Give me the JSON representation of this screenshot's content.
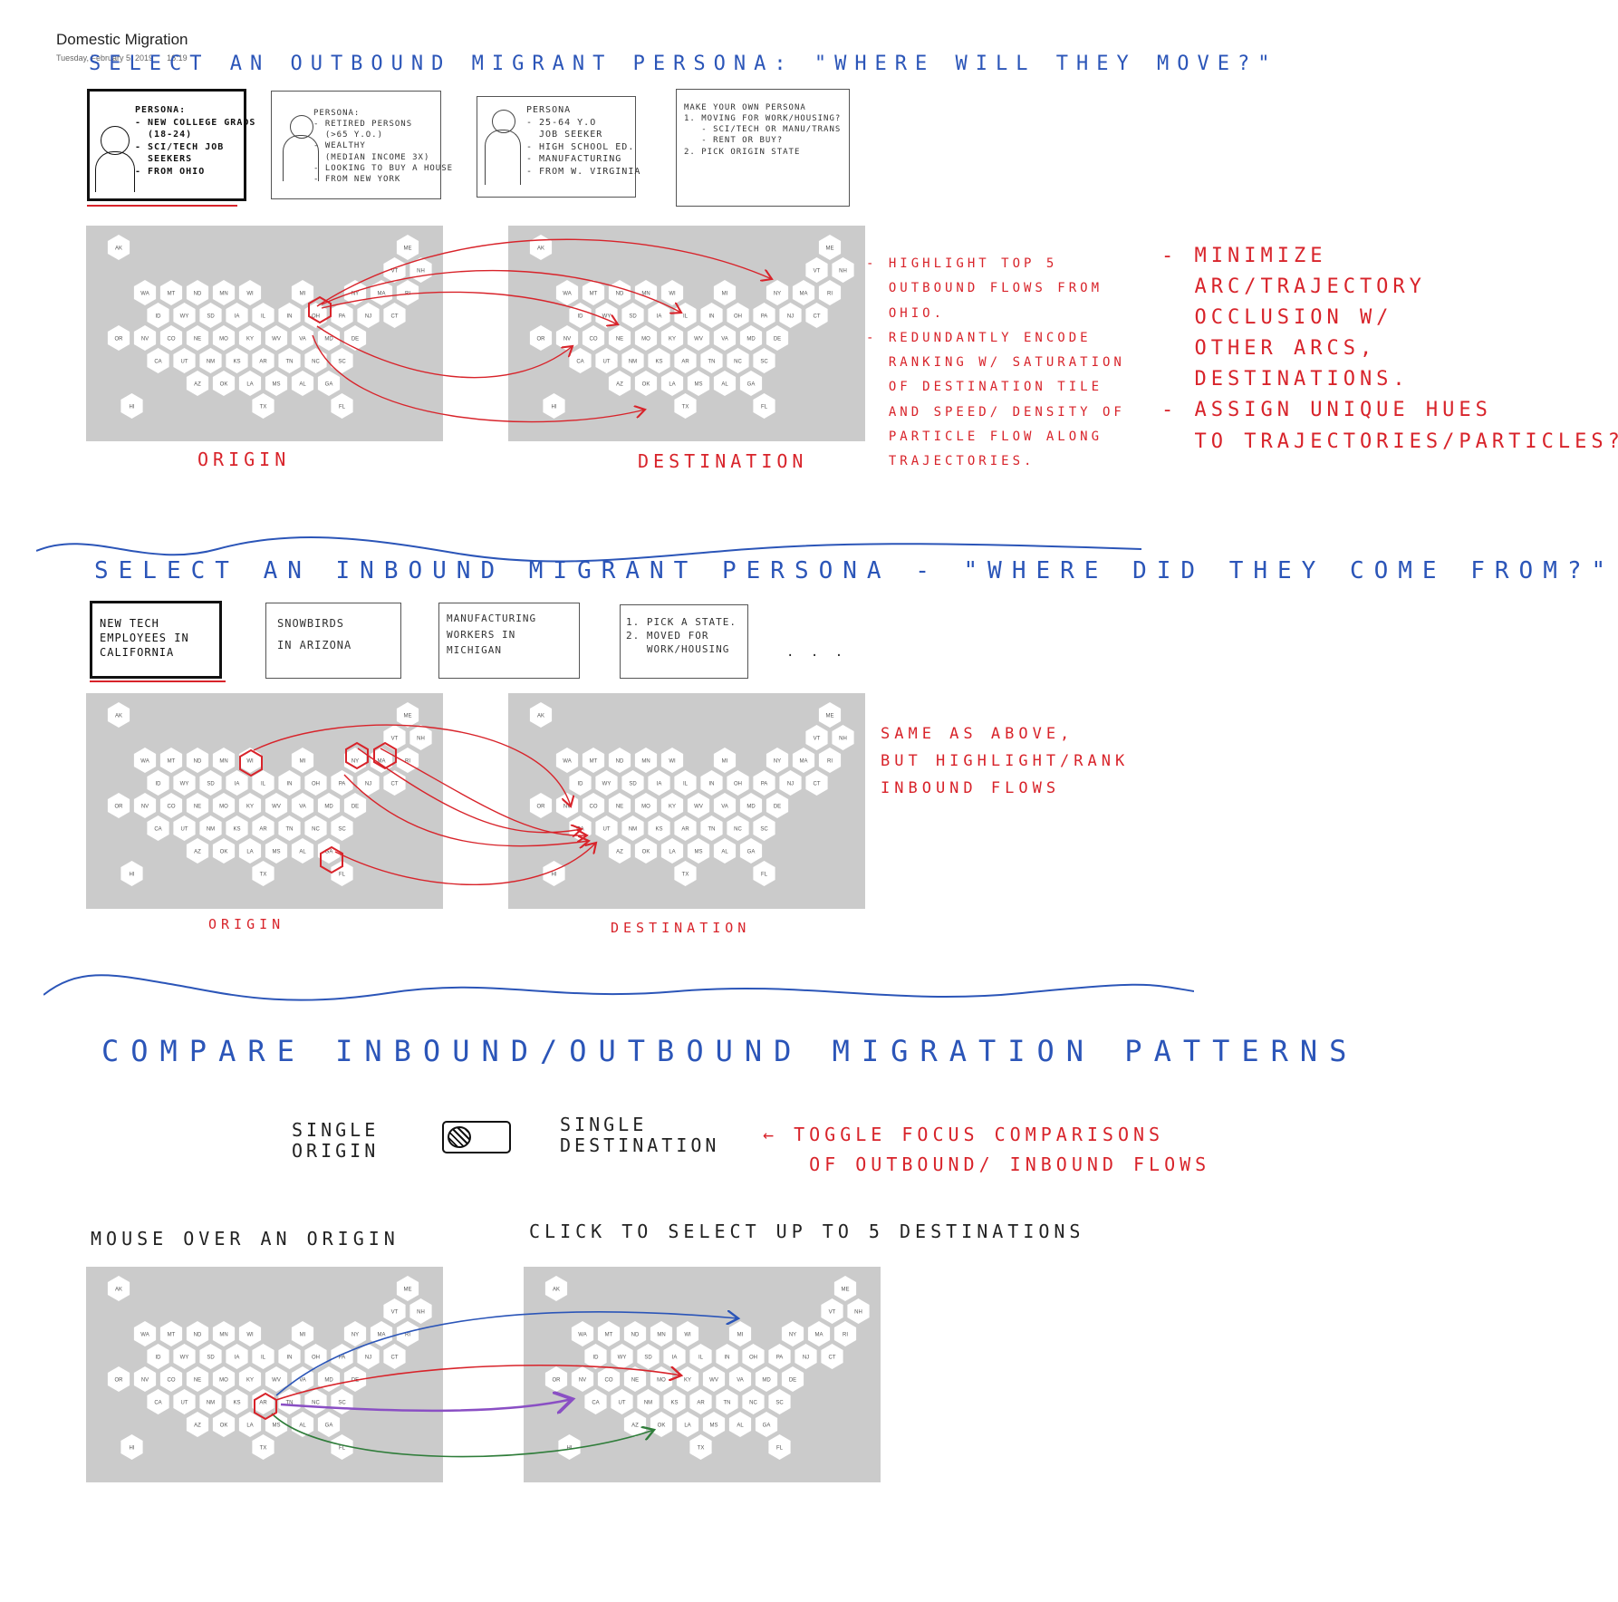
{
  "header": {
    "title": "Domestic Migration",
    "date": "Tuesday, February 5, 2019",
    "time": "16:19"
  },
  "colors": {
    "accent_blue": "#2b55b8",
    "accent_red": "#d8232a",
    "purple": "#8a4fc4",
    "green": "#2f7d3a",
    "map_bg": "#cbcbcb",
    "tile": "#ffffff"
  },
  "section1": {
    "heading": "SELECT AN OUTBOUND MIGRANT PERSONA: \"WHERE WILL THEY MOVE?\"",
    "cards": [
      {
        "text": "PERSONA:\n- NEW COLLEGE GRADS\n  (18-24)\n- SCI/TECH JOB\n  SEEKERS\n- FROM OHIO"
      },
      {
        "text": "PERSONA:\n- RETIRED PERSONS\n  (>65 Y.O.)\n- WEALTHY\n  (MEDIAN INCOME 3X)\n- LOOKING TO BUY A HOUSE\n- FROM NEW YORK"
      },
      {
        "text": "PERSONA\n- 25-64 Y.O\n  JOB SEEKER\n- HIGH SCHOOL ED.\n- MANUFACTURING\n- FROM W. VIRGINIA"
      },
      {
        "text": "MAKE YOUR OWN PERSONA\n1. MOVING FOR WORK/HOUSING?\n   - SCI/TECH OR MANU/TRANS\n   - RENT OR BUY?\n2. PICK ORIGIN STATE"
      }
    ],
    "origin_label": "ORIGIN",
    "destination_label": "DESTINATION",
    "note1": "- HIGHLIGHT TOP 5\n  OUTBOUND FLOWS FROM\n  OHIO.\n- REDUNDANTLY ENCODE\n  RANKING W/ SATURATION\n  OF DESTINATION TILE\n  AND SPEED/ DENSITY OF\n  PARTICLE FLOW ALONG\n  TRAJECTORIES.",
    "note2": "- MINIMIZE\n  ARC/TRAJECTORY\n  OCCLUSION W/\n  OTHER ARCS,\n  DESTINATIONS.\n- ASSIGN UNIQUE HUES\n  TO TRAJECTORIES/PARTICLES?"
  },
  "section2": {
    "heading": "SELECT AN INBOUND MIGRANT PERSONA - \"WHERE DID THEY COME FROM?\"",
    "cards": [
      {
        "text": "NEW TECH\nEMPLOYEES IN\nCALIFORNIA"
      },
      {
        "text": "SNOWBIRDS\nIN ARIZONA"
      },
      {
        "text": "MANUFACTURING\nWORKERS IN\nMICHIGAN"
      },
      {
        "text": "1. PICK A STATE.\n2. MOVED FOR\n   WORK/HOUSING"
      }
    ],
    "ellipsis": ". . .",
    "origin_label": "ORIGIN",
    "destination_label": "DESTINATION",
    "note": "SAME AS ABOVE,\nBUT HIGHLIGHT/RANK\nINBOUND FLOWS"
  },
  "section3": {
    "heading": "COMPARE INBOUND/OUTBOUND MIGRATION PATTERNS",
    "toggle_left": "SINGLE\nORIGIN",
    "toggle_right": "SINGLE\nDESTINATION",
    "toggle_note": "← TOGGLE FOCUS COMPARISONS\n   OF OUTBOUND/ INBOUND FLOWS",
    "left_caption": "MOUSE OVER AN ORIGIN",
    "right_caption": "CLICK TO SELECT UP TO 5 DESTINATIONS"
  },
  "states": [
    [
      "AK",
      0,
      0
    ],
    [
      "ME",
      11,
      0
    ],
    [
      "VT",
      10,
      1
    ],
    [
      "NH",
      11,
      1
    ],
    [
      "WA",
      1,
      2
    ],
    [
      "MT",
      2,
      2
    ],
    [
      "ND",
      3,
      2
    ],
    [
      "MN",
      4,
      2
    ],
    [
      "WI",
      5,
      2
    ],
    [
      "MI",
      7,
      2
    ],
    [
      "NY",
      9,
      2
    ],
    [
      "MA",
      10,
      2
    ],
    [
      "RI",
      11,
      2
    ],
    [
      "ID",
      1,
      3
    ],
    [
      "WY",
      2,
      3
    ],
    [
      "SD",
      3,
      3
    ],
    [
      "IA",
      4,
      3
    ],
    [
      "IL",
      5,
      3
    ],
    [
      "IN",
      6,
      3
    ],
    [
      "OH",
      7,
      3
    ],
    [
      "PA",
      8,
      3
    ],
    [
      "NJ",
      9,
      3
    ],
    [
      "CT",
      10,
      3
    ],
    [
      "OR",
      0,
      4
    ],
    [
      "NV",
      1,
      4
    ],
    [
      "CO",
      2,
      4
    ],
    [
      "NE",
      3,
      4
    ],
    [
      "MO",
      4,
      4
    ],
    [
      "KY",
      5,
      4
    ],
    [
      "WV",
      6,
      4
    ],
    [
      "VA",
      7,
      4
    ],
    [
      "MD",
      8,
      4
    ],
    [
      "DE",
      9,
      4
    ],
    [
      "CA",
      1,
      5
    ],
    [
      "UT",
      2,
      5
    ],
    [
      "NM",
      3,
      5
    ],
    [
      "KS",
      4,
      5
    ],
    [
      "AR",
      5,
      5
    ],
    [
      "TN",
      6,
      5
    ],
    [
      "NC",
      7,
      5
    ],
    [
      "SC",
      8,
      5
    ],
    [
      "AZ",
      3,
      6
    ],
    [
      "OK",
      4,
      6
    ],
    [
      "LA",
      5,
      6
    ],
    [
      "MS",
      6,
      6
    ],
    [
      "AL",
      7,
      6
    ],
    [
      "GA",
      8,
      6
    ],
    [
      "HI",
      0,
      7
    ],
    [
      "TX",
      5,
      7
    ],
    [
      "FL",
      8,
      7
    ]
  ]
}
